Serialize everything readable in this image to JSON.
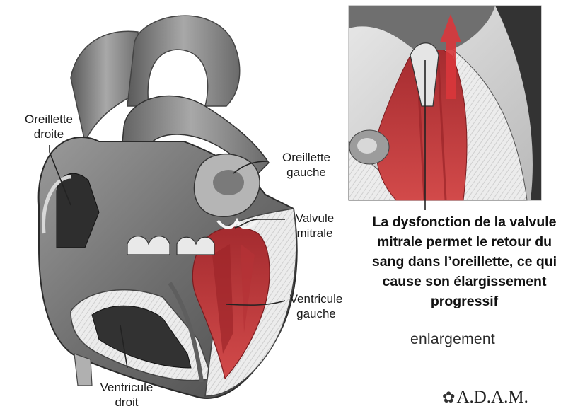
{
  "labels": {
    "right_atrium": [
      "Oreillette",
      "droite"
    ],
    "left_atrium": [
      "Oreillette",
      "gauche"
    ],
    "mitral_valve": [
      "Valvule",
      "mitrale"
    ],
    "left_ventricle": [
      "Ventricule",
      "gauche"
    ],
    "right_ventricle": [
      "Ventricule",
      "droit"
    ]
  },
  "caption": [
    "La dysfonction de la valvule",
    "mitrale permet le retour du",
    "sang dans l’oreillette, ce qui",
    "cause son élargissement",
    "progressif"
  ],
  "original_caption_word": "enlargement",
  "logo": {
    "text": "A.D.A.M.",
    "icon": "leaf-icon"
  },
  "colors": {
    "muscle_red": "#c4373a",
    "tissue_gray": "#8c8c8c",
    "dark_gray": "#3a3a3a",
    "light_gray": "#d4d4d4",
    "leader_line": "#222222"
  }
}
